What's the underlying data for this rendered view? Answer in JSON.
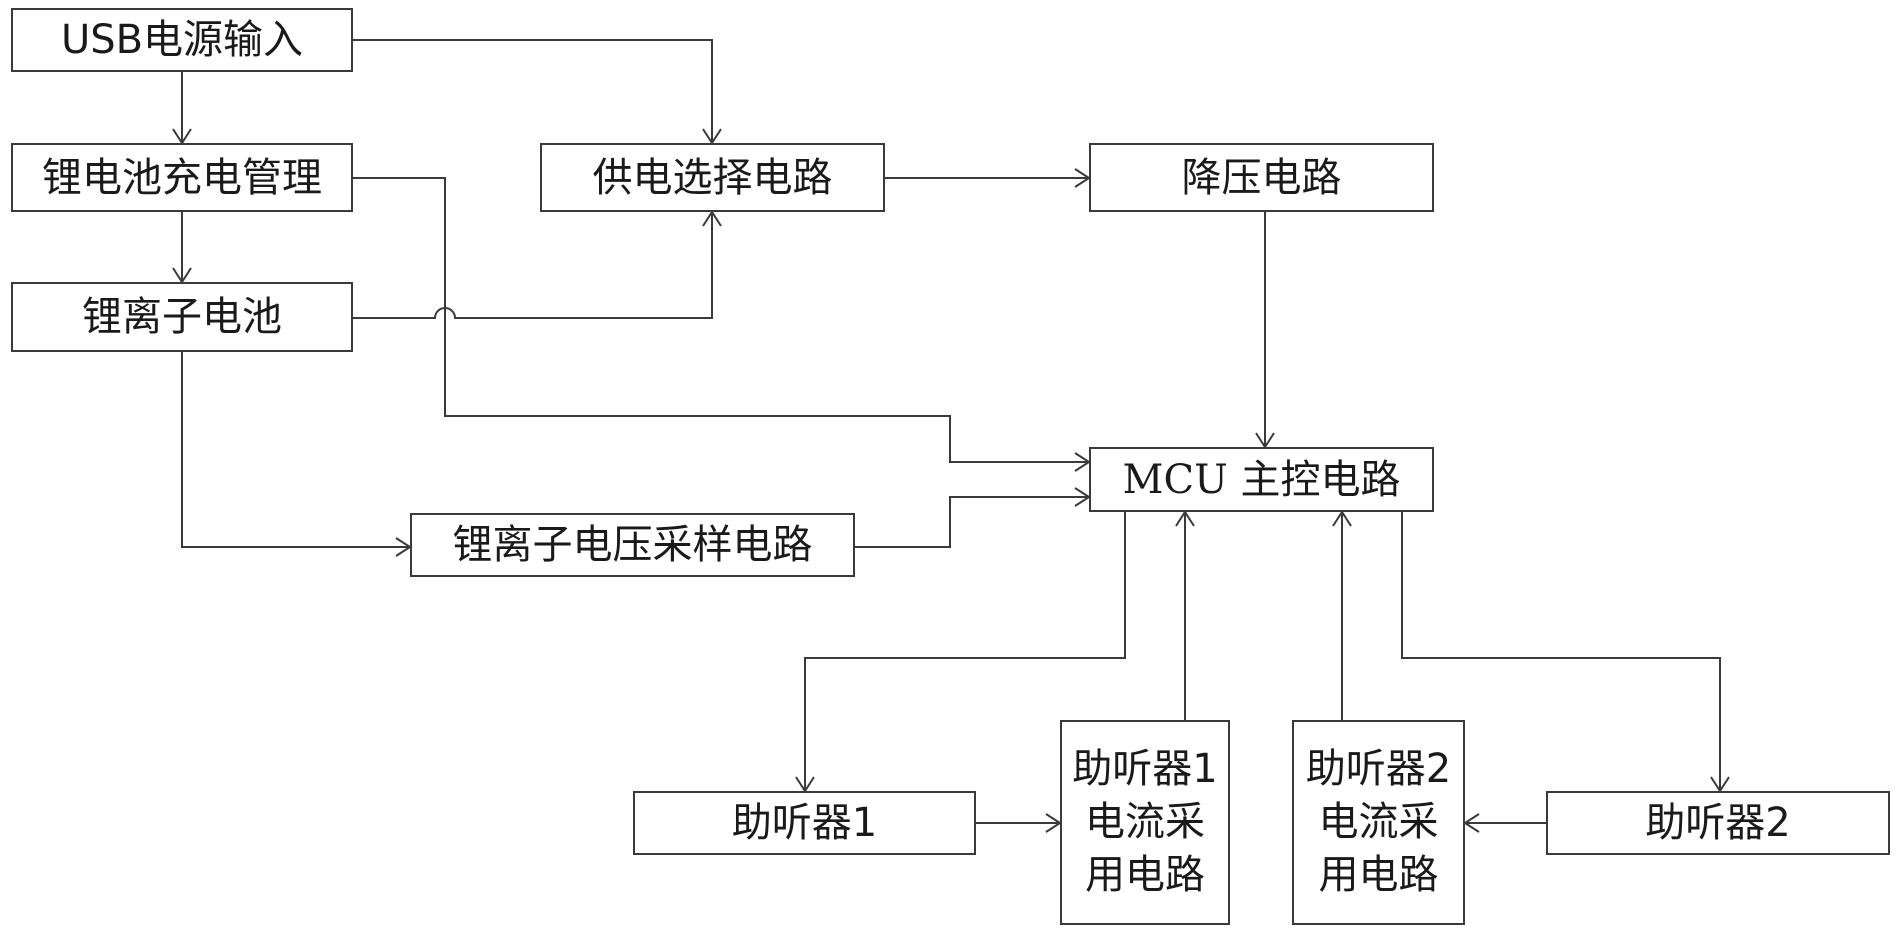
{
  "blocks": {
    "usb": "USB电源输入",
    "charge": "锂电池充电管理",
    "battery": "锂离子电池",
    "select": "供电选择电路",
    "buck": "降压电路",
    "mcu": "MCU 主控电路",
    "vsample": "锂离子电压采样电路",
    "aid1": "助听器1",
    "aid2": "助听器2",
    "isample1": [
      "助听器1",
      "电流采",
      "用电路"
    ],
    "isample2": [
      "助听器2",
      "电流采",
      "用电路"
    ]
  },
  "colors": {
    "line": "#3a3a3a",
    "text": "#1a1a1a"
  }
}
